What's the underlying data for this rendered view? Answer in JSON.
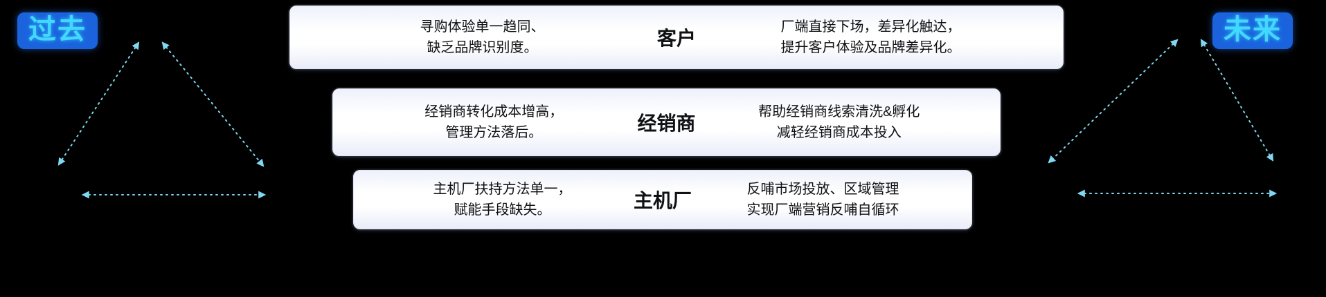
{
  "colors": {
    "arrow": "#7fd8f0",
    "label_bg": "#1a63dd",
    "label_text": "#41d9ff",
    "box_text": "#101114",
    "background": "#000000"
  },
  "labels": {
    "past": "过去",
    "future": "未来"
  },
  "rows": [
    {
      "id": "customer",
      "left": "寻购体验单一趋同、\n缺乏品牌识别度。",
      "center": "客户",
      "right": "厂端直接下场，差异化触达，\n提升客户体验及品牌差异化。"
    },
    {
      "id": "dealer",
      "left": "经销商转化成本增高，\n管理方法落后。",
      "center": "经销商",
      "right": "帮助经销商线索清洗&孵化\n减轻经销商成本投入"
    },
    {
      "id": "oem",
      "left": "主机厂扶持方法单一，\n赋能手段缺失。",
      "center": "主机厂",
      "right": "反哺市场投放、区域管理\n实现厂端营销反哺自循环"
    }
  ]
}
